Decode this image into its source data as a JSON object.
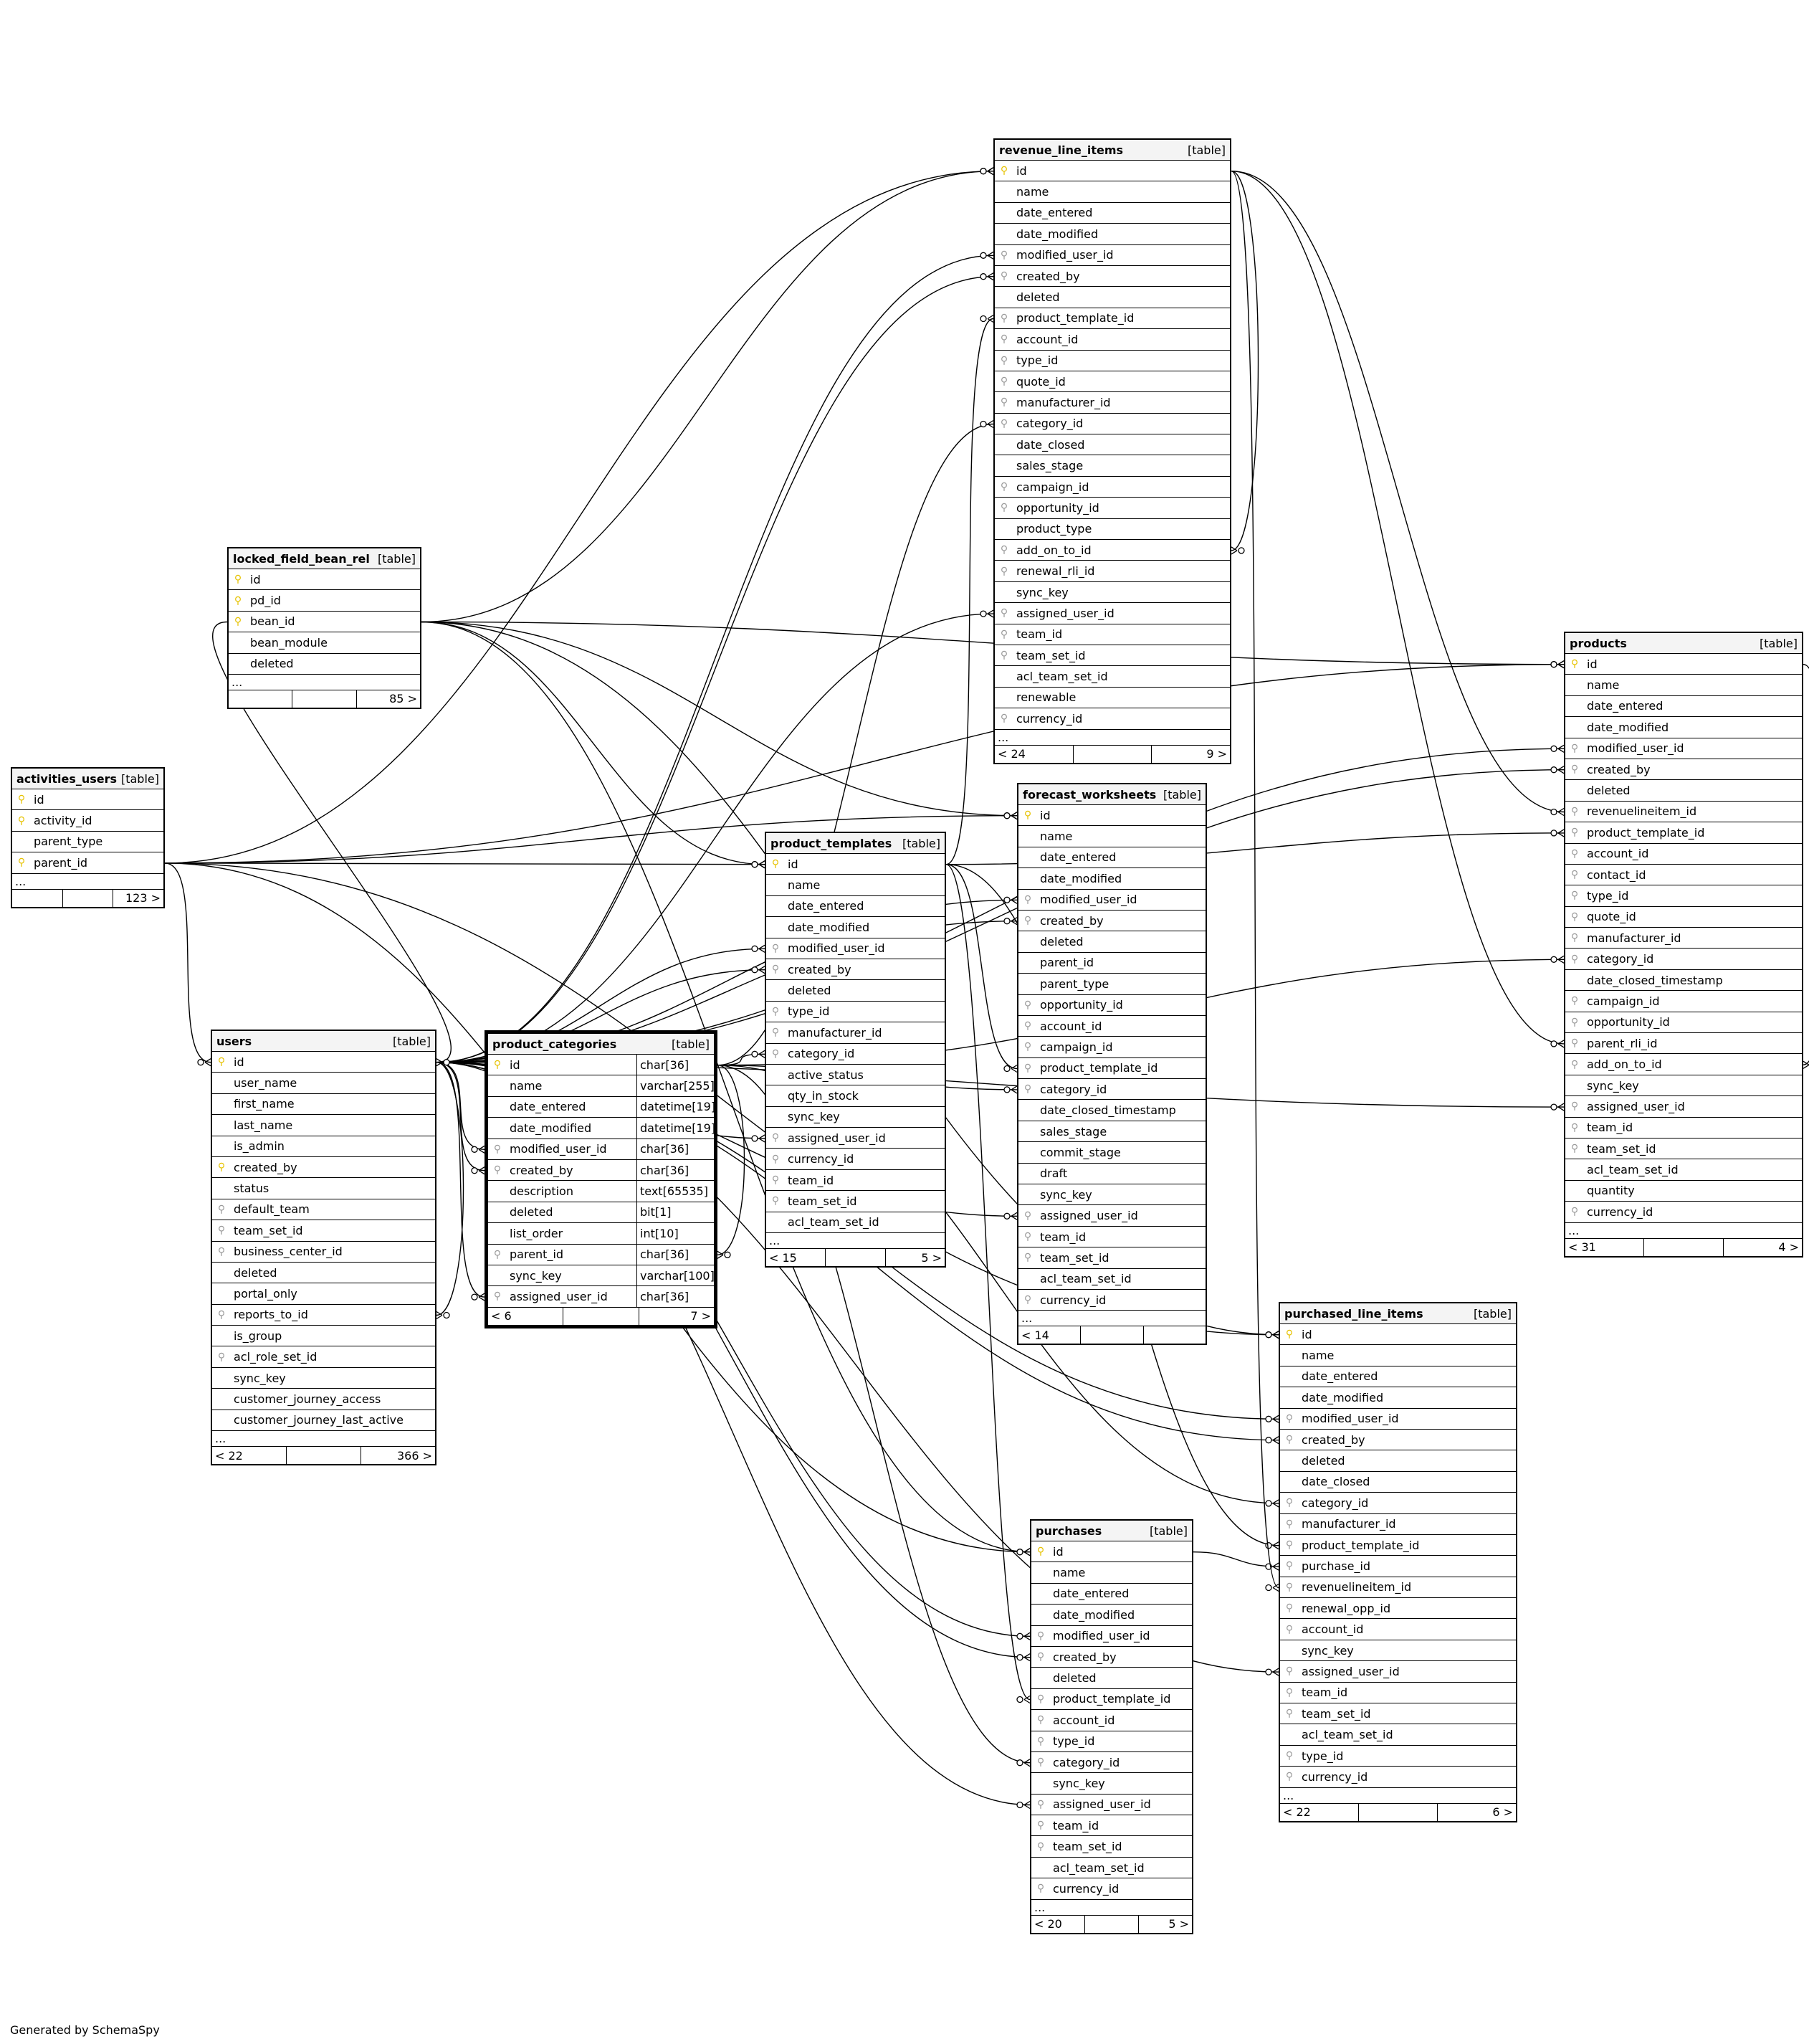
{
  "footer": "Generated by SchemaSpy",
  "tables": [
    {
      "name": "revenue_line_items",
      "type": "[table]",
      "columns": [
        {
          "name": "id",
          "key": "pk"
        },
        {
          "name": "name"
        },
        {
          "name": "date_entered"
        },
        {
          "name": "date_modified"
        },
        {
          "name": "modified_user_id",
          "key": "fk"
        },
        {
          "name": "created_by",
          "key": "fk"
        },
        {
          "name": "deleted"
        },
        {
          "name": "product_template_id",
          "key": "fk"
        },
        {
          "name": "account_id",
          "key": "fk"
        },
        {
          "name": "type_id",
          "key": "fk"
        },
        {
          "name": "quote_id",
          "key": "fk"
        },
        {
          "name": "manufacturer_id",
          "key": "fk"
        },
        {
          "name": "category_id",
          "key": "fk"
        },
        {
          "name": "date_closed"
        },
        {
          "name": "sales_stage"
        },
        {
          "name": "campaign_id",
          "key": "fk"
        },
        {
          "name": "opportunity_id",
          "key": "fk"
        },
        {
          "name": "product_type"
        },
        {
          "name": "add_on_to_id",
          "key": "fk"
        },
        {
          "name": "renewal_rli_id",
          "key": "fk"
        },
        {
          "name": "sync_key"
        },
        {
          "name": "assigned_user_id",
          "key": "fk"
        },
        {
          "name": "team_id",
          "key": "fk"
        },
        {
          "name": "team_set_id",
          "key": "fk"
        },
        {
          "name": "acl_team_set_id"
        },
        {
          "name": "renewable"
        },
        {
          "name": "currency_id",
          "key": "fk"
        }
      ],
      "more": "...",
      "footer": [
        "< 24",
        "",
        "9 >"
      ]
    },
    {
      "name": "products",
      "type": "[table]",
      "columns": [
        {
          "name": "id",
          "key": "pk"
        },
        {
          "name": "name"
        },
        {
          "name": "date_entered"
        },
        {
          "name": "date_modified"
        },
        {
          "name": "modified_user_id",
          "key": "fk"
        },
        {
          "name": "created_by",
          "key": "fk"
        },
        {
          "name": "deleted"
        },
        {
          "name": "revenuelineitem_id",
          "key": "fk"
        },
        {
          "name": "product_template_id",
          "key": "fk"
        },
        {
          "name": "account_id",
          "key": "fk"
        },
        {
          "name": "contact_id",
          "key": "fk"
        },
        {
          "name": "type_id",
          "key": "fk"
        },
        {
          "name": "quote_id",
          "key": "fk"
        },
        {
          "name": "manufacturer_id",
          "key": "fk"
        },
        {
          "name": "category_id",
          "key": "fk"
        },
        {
          "name": "date_closed_timestamp"
        },
        {
          "name": "campaign_id",
          "key": "fk"
        },
        {
          "name": "opportunity_id",
          "key": "fk"
        },
        {
          "name": "parent_rli_id",
          "key": "fk"
        },
        {
          "name": "add_on_to_id",
          "key": "fk"
        },
        {
          "name": "sync_key"
        },
        {
          "name": "assigned_user_id",
          "key": "fk"
        },
        {
          "name": "team_id",
          "key": "fk"
        },
        {
          "name": "team_set_id",
          "key": "fk"
        },
        {
          "name": "acl_team_set_id"
        },
        {
          "name": "quantity"
        },
        {
          "name": "currency_id",
          "key": "fk"
        }
      ],
      "more": "...",
      "footer": [
        "< 31",
        "",
        "4 >"
      ]
    },
    {
      "name": "locked_field_bean_rel",
      "type": "[table]",
      "columns": [
        {
          "name": "id",
          "key": "pk"
        },
        {
          "name": "pd_id",
          "key": "pk"
        },
        {
          "name": "bean_id",
          "key": "pk"
        },
        {
          "name": "bean_module"
        },
        {
          "name": "deleted"
        }
      ],
      "more": "...",
      "footer": [
        "",
        "",
        "85 >"
      ]
    },
    {
      "name": "activities_users",
      "type": "[table]",
      "columns": [
        {
          "name": "id",
          "key": "pk"
        },
        {
          "name": "activity_id",
          "key": "pk"
        },
        {
          "name": "parent_type"
        },
        {
          "name": "parent_id",
          "key": "pk"
        }
      ],
      "more": "...",
      "footer": [
        "",
        "",
        "123 >"
      ]
    },
    {
      "name": "product_templates",
      "type": "[table]",
      "columns": [
        {
          "name": "id",
          "key": "pk"
        },
        {
          "name": "name"
        },
        {
          "name": "date_entered"
        },
        {
          "name": "date_modified"
        },
        {
          "name": "modified_user_id",
          "key": "fk"
        },
        {
          "name": "created_by",
          "key": "fk"
        },
        {
          "name": "deleted"
        },
        {
          "name": "type_id",
          "key": "fk"
        },
        {
          "name": "manufacturer_id",
          "key": "fk"
        },
        {
          "name": "category_id",
          "key": "fk"
        },
        {
          "name": "active_status"
        },
        {
          "name": "qty_in_stock"
        },
        {
          "name": "sync_key"
        },
        {
          "name": "assigned_user_id",
          "key": "fk"
        },
        {
          "name": "currency_id",
          "key": "fk"
        },
        {
          "name": "team_id",
          "key": "fk"
        },
        {
          "name": "team_set_id",
          "key": "fk"
        },
        {
          "name": "acl_team_set_id"
        }
      ],
      "more": "...",
      "footer": [
        "< 15",
        "",
        "5 >"
      ]
    },
    {
      "name": "forecast_worksheets",
      "type": "[table]",
      "columns": [
        {
          "name": "id",
          "key": "pk"
        },
        {
          "name": "name"
        },
        {
          "name": "date_entered"
        },
        {
          "name": "date_modified"
        },
        {
          "name": "modified_user_id",
          "key": "fk"
        },
        {
          "name": "created_by",
          "key": "fk"
        },
        {
          "name": "deleted"
        },
        {
          "name": "parent_id"
        },
        {
          "name": "parent_type"
        },
        {
          "name": "opportunity_id",
          "key": "fk"
        },
        {
          "name": "account_id",
          "key": "fk"
        },
        {
          "name": "campaign_id",
          "key": "fk"
        },
        {
          "name": "product_template_id",
          "key": "fk"
        },
        {
          "name": "category_id",
          "key": "fk"
        },
        {
          "name": "date_closed_timestamp"
        },
        {
          "name": "sales_stage"
        },
        {
          "name": "commit_stage"
        },
        {
          "name": "draft"
        },
        {
          "name": "sync_key"
        },
        {
          "name": "assigned_user_id",
          "key": "fk"
        },
        {
          "name": "team_id",
          "key": "fk"
        },
        {
          "name": "team_set_id",
          "key": "fk"
        },
        {
          "name": "acl_team_set_id"
        },
        {
          "name": "currency_id",
          "key": "fk"
        }
      ],
      "more": "...",
      "footer": [
        "< 14",
        "",
        ""
      ]
    },
    {
      "name": "users",
      "type": "[table]",
      "columns": [
        {
          "name": "id",
          "key": "pk"
        },
        {
          "name": "user_name"
        },
        {
          "name": "first_name"
        },
        {
          "name": "last_name"
        },
        {
          "name": "is_admin"
        },
        {
          "name": "created_by",
          "key": "pk"
        },
        {
          "name": "status"
        },
        {
          "name": "default_team",
          "key": "fk"
        },
        {
          "name": "team_set_id",
          "key": "fk"
        },
        {
          "name": "business_center_id",
          "key": "fk"
        },
        {
          "name": "deleted"
        },
        {
          "name": "portal_only"
        },
        {
          "name": "reports_to_id",
          "key": "fk"
        },
        {
          "name": "is_group"
        },
        {
          "name": "acl_role_set_id",
          "key": "fk"
        },
        {
          "name": "sync_key"
        },
        {
          "name": "customer_journey_access"
        },
        {
          "name": "customer_journey_last_active"
        }
      ],
      "more": "...",
      "footer": [
        "< 22",
        "",
        "366 >"
      ]
    },
    {
      "name": "product_categories",
      "type": "[table]",
      "columns": [
        {
          "name": "id",
          "key": "pk",
          "dtype": "char[36]"
        },
        {
          "name": "name",
          "dtype": "varchar[255]"
        },
        {
          "name": "date_entered",
          "dtype": "datetime[19]"
        },
        {
          "name": "date_modified",
          "dtype": "datetime[19]"
        },
        {
          "name": "modified_user_id",
          "key": "fk",
          "dtype": "char[36]"
        },
        {
          "name": "created_by",
          "key": "fk",
          "dtype": "char[36]"
        },
        {
          "name": "description",
          "dtype": "text[65535]"
        },
        {
          "name": "deleted",
          "dtype": "bit[1]"
        },
        {
          "name": "list_order",
          "dtype": "int[10]"
        },
        {
          "name": "parent_id",
          "key": "fk",
          "dtype": "char[36]"
        },
        {
          "name": "sync_key",
          "dtype": "varchar[100]"
        },
        {
          "name": "assigned_user_id",
          "key": "fk",
          "dtype": "char[36]"
        }
      ],
      "footer": [
        "< 6",
        "",
        "7 >"
      ]
    },
    {
      "name": "purchased_line_items",
      "type": "[table]",
      "columns": [
        {
          "name": "id",
          "key": "pk"
        },
        {
          "name": "name"
        },
        {
          "name": "date_entered"
        },
        {
          "name": "date_modified"
        },
        {
          "name": "modified_user_id",
          "key": "fk"
        },
        {
          "name": "created_by",
          "key": "fk"
        },
        {
          "name": "deleted"
        },
        {
          "name": "date_closed"
        },
        {
          "name": "category_id",
          "key": "fk"
        },
        {
          "name": "manufacturer_id",
          "key": "fk"
        },
        {
          "name": "product_template_id",
          "key": "fk"
        },
        {
          "name": "purchase_id",
          "key": "fk"
        },
        {
          "name": "revenuelineitem_id",
          "key": "fk"
        },
        {
          "name": "renewal_opp_id",
          "key": "fk"
        },
        {
          "name": "account_id",
          "key": "fk"
        },
        {
          "name": "sync_key"
        },
        {
          "name": "assigned_user_id",
          "key": "fk"
        },
        {
          "name": "team_id",
          "key": "fk"
        },
        {
          "name": "team_set_id",
          "key": "fk"
        },
        {
          "name": "acl_team_set_id"
        },
        {
          "name": "type_id",
          "key": "fk"
        },
        {
          "name": "currency_id",
          "key": "fk"
        }
      ],
      "more": "...",
      "footer": [
        "< 22",
        "",
        "6 >"
      ]
    },
    {
      "name": "purchases",
      "type": "[table]",
      "columns": [
        {
          "name": "id",
          "key": "pk"
        },
        {
          "name": "name"
        },
        {
          "name": "date_entered"
        },
        {
          "name": "date_modified"
        },
        {
          "name": "modified_user_id",
          "key": "fk"
        },
        {
          "name": "created_by",
          "key": "fk"
        },
        {
          "name": "deleted"
        },
        {
          "name": "product_template_id",
          "key": "fk"
        },
        {
          "name": "account_id",
          "key": "fk"
        },
        {
          "name": "type_id",
          "key": "fk"
        },
        {
          "name": "category_id",
          "key": "fk"
        },
        {
          "name": "sync_key"
        },
        {
          "name": "assigned_user_id",
          "key": "fk"
        },
        {
          "name": "team_id",
          "key": "fk"
        },
        {
          "name": "team_set_id",
          "key": "fk"
        },
        {
          "name": "acl_team_set_id"
        },
        {
          "name": "currency_id",
          "key": "fk"
        }
      ],
      "more": "...",
      "footer": [
        "< 20",
        "",
        "5 >"
      ]
    }
  ],
  "relations": [
    [
      "users",
      "id",
      "revenue_line_items",
      "modified_user_id"
    ],
    [
      "users",
      "id",
      "revenue_line_items",
      "created_by"
    ],
    [
      "users",
      "id",
      "revenue_line_items",
      "assigned_user_id"
    ],
    [
      "product_templates",
      "id",
      "revenue_line_items",
      "product_template_id"
    ],
    [
      "product_categories",
      "id",
      "revenue_line_items",
      "category_id"
    ],
    [
      "revenue_line_items",
      "id",
      "revenue_line_items",
      "add_on_to_id"
    ],
    [
      "users",
      "id",
      "products",
      "modified_user_id"
    ],
    [
      "users",
      "id",
      "products",
      "created_by"
    ],
    [
      "users",
      "id",
      "products",
      "assigned_user_id"
    ],
    [
      "revenue_line_items",
      "id",
      "products",
      "revenuelineitem_id"
    ],
    [
      "revenue_line_items",
      "id",
      "products",
      "parent_rli_id"
    ],
    [
      "product_templates",
      "id",
      "products",
      "product_template_id"
    ],
    [
      "product_categories",
      "id",
      "products",
      "category_id"
    ],
    [
      "products",
      "id",
      "products",
      "add_on_to_id"
    ],
    [
      "users",
      "id",
      "forecast_worksheets",
      "modified_user_id"
    ],
    [
      "users",
      "id",
      "forecast_worksheets",
      "created_by"
    ],
    [
      "users",
      "id",
      "forecast_worksheets",
      "assigned_user_id"
    ],
    [
      "product_templates",
      "id",
      "forecast_worksheets",
      "product_template_id"
    ],
    [
      "product_categories",
      "id",
      "forecast_worksheets",
      "category_id"
    ],
    [
      "users",
      "id",
      "product_templates",
      "modified_user_id"
    ],
    [
      "users",
      "id",
      "product_templates",
      "created_by"
    ],
    [
      "users",
      "id",
      "product_templates",
      "assigned_user_id"
    ],
    [
      "product_categories",
      "id",
      "product_templates",
      "category_id"
    ],
    [
      "users",
      "id",
      "product_categories",
      "modified_user_id"
    ],
    [
      "users",
      "id",
      "product_categories",
      "created_by"
    ],
    [
      "users",
      "id",
      "product_categories",
      "assigned_user_id"
    ],
    [
      "product_categories",
      "id",
      "product_categories",
      "parent_id"
    ],
    [
      "users",
      "id",
      "purchased_line_items",
      "modified_user_id"
    ],
    [
      "users",
      "id",
      "purchased_line_items",
      "created_by"
    ],
    [
      "users",
      "id",
      "purchased_line_items",
      "assigned_user_id"
    ],
    [
      "product_categories",
      "id",
      "purchased_line_items",
      "category_id"
    ],
    [
      "product_templates",
      "id",
      "purchased_line_items",
      "product_template_id"
    ],
    [
      "purchases",
      "id",
      "purchased_line_items",
      "purchase_id"
    ],
    [
      "revenue_line_items",
      "id",
      "purchased_line_items",
      "revenuelineitem_id"
    ],
    [
      "users",
      "id",
      "purchases",
      "modified_user_id"
    ],
    [
      "users",
      "id",
      "purchases",
      "created_by"
    ],
    [
      "users",
      "id",
      "purchases",
      "assigned_user_id"
    ],
    [
      "product_templates",
      "id",
      "purchases",
      "product_template_id"
    ],
    [
      "product_categories",
      "id",
      "purchases",
      "category_id"
    ],
    [
      "users",
      "id",
      "users",
      "reports_to_id"
    ],
    [
      "activities_users",
      "parent_id",
      "users",
      "id"
    ],
    [
      "activities_users",
      "parent_id",
      "revenue_line_items",
      "id"
    ],
    [
      "activities_users",
      "parent_id",
      "products",
      "id"
    ],
    [
      "activities_users",
      "parent_id",
      "product_templates",
      "id"
    ],
    [
      "activities_users",
      "parent_id",
      "forecast_worksheets",
      "id"
    ],
    [
      "activities_users",
      "parent_id",
      "purchases",
      "id"
    ],
    [
      "activities_users",
      "parent_id",
      "purchased_line_items",
      "id"
    ],
    [
      "locked_field_bean_rel",
      "bean_id",
      "users",
      "id"
    ],
    [
      "locked_field_bean_rel",
      "bean_id",
      "revenue_line_items",
      "id"
    ],
    [
      "locked_field_bean_rel",
      "bean_id",
      "products",
      "id"
    ],
    [
      "locked_field_bean_rel",
      "bean_id",
      "product_templates",
      "id"
    ],
    [
      "locked_field_bean_rel",
      "bean_id",
      "forecast_worksheets",
      "id"
    ],
    [
      "locked_field_bean_rel",
      "bean_id",
      "purchases",
      "id"
    ],
    [
      "locked_field_bean_rel",
      "bean_id",
      "purchased_line_items",
      "id"
    ]
  ]
}
